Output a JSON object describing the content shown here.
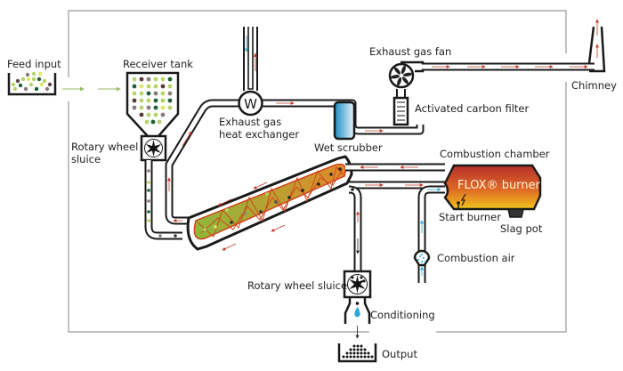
{
  "diagram": {
    "type": "process-flow",
    "labels": {
      "feed_input": "Feed input",
      "receiver_tank": "Receiver tank",
      "rotary_wheel_sluice_top_1": "Rotary wheel",
      "rotary_wheel_sluice_top_2": "sluice",
      "heat_exchanger_1": "Exhaust gas",
      "heat_exchanger_2": "heat exchanger",
      "heat_exchanger_symbol": "W",
      "wet_scrubber": "Wet scrubber",
      "exhaust_gas_fan": "Exhaust gas fan",
      "activated_carbon_filter": "Activated carbon filter",
      "chimney": "Chimney",
      "combustion_chamber": "Combustion chamber",
      "flox_burner": "FLOX® burner",
      "start_burner": "Start burner",
      "slag_pot": "Slag pot",
      "combustion_air": "Combustion air",
      "rotary_wheel_sluice_bottom": "Rotary wheel sluice",
      "conditioning": "Conditioning",
      "output": "Output"
    },
    "colors": {
      "pipe_outline": "#1a1a1a",
      "frame": "#999999",
      "flow_arrow_red": "#c0392b",
      "flow_arrow_blue": "#2aa8d8",
      "feed_arrow": "#9cb86a",
      "kiln_fill_start": "#8db83a",
      "kiln_fill_end": "#e08a2a",
      "kiln_mesh": "#d2441c",
      "burner_top": "#b5302a",
      "burner_bottom": "#f2c51c",
      "scrubber": "#2aa8d8"
    },
    "flows": [
      {
        "from": "Feed input",
        "to": "Receiver tank"
      },
      {
        "from": "Receiver tank",
        "to": "Rotary wheel sluice (top)"
      },
      {
        "from": "Rotary wheel sluice (top)",
        "to": "Rotary kiln"
      },
      {
        "from": "Rotary kiln",
        "to": "Rotary wheel sluice (bottom)"
      },
      {
        "from": "Rotary wheel sluice (bottom)",
        "to": "Conditioning"
      },
      {
        "from": "Conditioning",
        "to": "Output"
      },
      {
        "from": "Combustion air",
        "to": "Combustion chamber"
      },
      {
        "from": "Combustion chamber",
        "to": "Rotary kiln"
      },
      {
        "from": "Rotary kiln",
        "to": "Combustion chamber"
      },
      {
        "from": "Rotary kiln",
        "to": "Exhaust gas heat exchanger"
      },
      {
        "from": "Exhaust gas heat exchanger",
        "to": "Wet scrubber"
      },
      {
        "from": "Wet scrubber",
        "to": "Activated carbon filter"
      },
      {
        "from": "Activated carbon filter",
        "to": "Exhaust gas fan"
      },
      {
        "from": "Exhaust gas fan",
        "to": "Chimney"
      }
    ]
  }
}
